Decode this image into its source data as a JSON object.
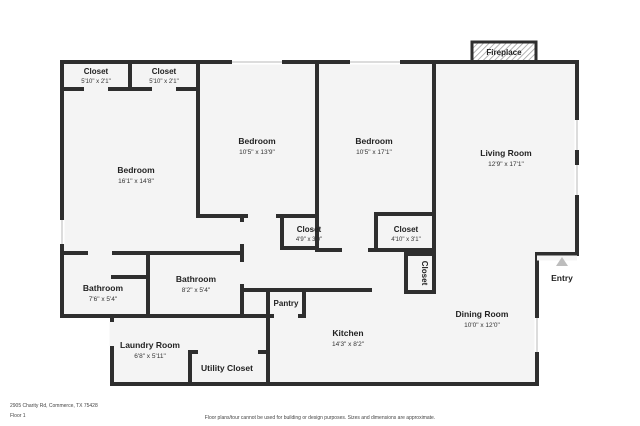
{
  "rooms": {
    "closet_1": {
      "name": "Closet",
      "dims": "5'10\" x 2'1\""
    },
    "closet_2": {
      "name": "Closet",
      "dims": "5'10\" x 2'1\""
    },
    "bedroom_1": {
      "name": "Bedroom",
      "dims": "16'1\" x 14'8\""
    },
    "bedroom_2": {
      "name": "Bedroom",
      "dims": "10'5\" x 13'9\""
    },
    "bedroom_3": {
      "name": "Bedroom",
      "dims": "10'5\" x 17'1\""
    },
    "closet_3": {
      "name": "Closet",
      "dims": "4'9\" x 3'0\""
    },
    "closet_4": {
      "name": "Closet",
      "dims": "4'10\" x 3'1\""
    },
    "closet_5": {
      "name": "Closet"
    },
    "living_room": {
      "name": "Living Room",
      "dims": "12'9\" x 17'1\""
    },
    "fireplace": {
      "name": "Fireplace"
    },
    "bathroom_1": {
      "name": "Bathroom",
      "dims": "7'6\" x 5'4\""
    },
    "bathroom_2": {
      "name": "Bathroom",
      "dims": "8'2\" x 5'4\""
    },
    "pantry": {
      "name": "Pantry"
    },
    "kitchen": {
      "name": "Kitchen",
      "dims": "14'3\" x 8'2\""
    },
    "dining_room": {
      "name": "Dining Room",
      "dims": "10'0\" x 12'0\""
    },
    "laundry_room": {
      "name": "Laundry Room",
      "dims": "6'8\" x 5'11\""
    },
    "utility_closet": {
      "name": "Utility Closet"
    }
  },
  "entry": {
    "label": "Entry"
  },
  "footer": {
    "address": "2905 Charity Rd, Commerce, TX 75428",
    "floor": "Floor 1",
    "disclaimer": "Floor plans/tour cannot be used for building or design purposes. Sizes and dimensions are approximate."
  },
  "colors": {
    "wall": "#2e2e2e",
    "floor": "#f4f4f4",
    "fireplace_hatch": "#9a9a9a"
  }
}
